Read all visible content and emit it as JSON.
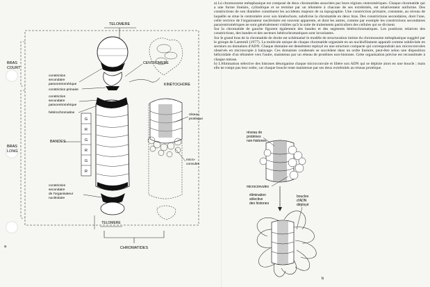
{
  "text": {
    "para_a": "a) Le chromosome métaphasique est composé de deux chromatides associées par leurs régions centromériques. Chaque chromatide qui a une forme linéaire, cylindrique et se termine par un télomère à chacune de ses extrémités, est relativement uniforme. Des constrictions de son diamètre constituent les accidents majeurs de sa topographie. Une constriction primaire, constante, au niveau de laquelle se situe le centromère avec son kinétochore, subdivise la chromatide en deux bras. Des constrictions secondaires, dont l'une, celle vectrice de l'organisateur nucléolaire est souvent apparente, et dont les autres, comme par exemple les constrictions secondaires paracentromériques ne sont généralement visibles qu'à la suite de traitements particuliers des cellules qui se divisent.",
    "para_a2": "Sur la chromatide de gauche figurent également des bandes et des segments hétérochromatiques. Les positions relatives des constrictions, des bandes et des secteurs hétérochromatiques sont invariantes.",
    "para_a3": "Sur le grand bras de la chromatide de droite est schématisé le modèle de structuration intime du chromosome métaphasique suggéré par le groupe de Laemmli (1977). La molécule unique de chaque chromatide organisée en un nucléofilament apparaît comme subdivisée en secteurs ou domaines d'ADN. Chaque domaine est densément reployé en une structure compacte qui correspondrait aux microconvules observés en microscopie à balayage. Ces domaines condensés se succèdent dans un ordre linéaire, peut-être selon une disposition hélicoïdale d'un télomère vers l'autre, maintenus par un réseau de protéines non-histones. Cette organisation précise est reconstituée à chaque mitose.",
    "para_b": "b) L'élimination sélective des histones désorganise chaque microconvule et libère son ADN qui se déploie alors en une boucle ; mais elle ne rompt pas leur ordre, car chaque boucle reste maintenue par ses deux extrémités au réseau protéique."
  },
  "left": {
    "telomere_top": "TELOMERE",
    "bras_court_1": "BRAS",
    "bras_court_2": "COURT",
    "centromere": "CENTROMERE",
    "kinetochore": "KINÉTOCHORE",
    "constr_sec_para_1": "constriction",
    "constr_sec_para_2": "secondaire",
    "constr_sec_para_3": "paracentromérique",
    "constr_prim": "constriction primaire",
    "constr_sec_para_b1": "constriction",
    "constr_sec_para_b2": "secondaire",
    "constr_sec_para_b3": "paracentromérique",
    "heterochromatine": "hétérochromatine",
    "reseau_1": "réseau",
    "reseau_2": "protéique",
    "bras_long_1": "BRAS",
    "bras_long_2": "LONG",
    "bandes": "BANDES",
    "band_labels": [
      "G",
      "R",
      "G",
      "R",
      "G",
      "R"
    ],
    "micro_1": "micro-",
    "micro_2": "convules",
    "constr_sec_org_1": "constriction",
    "constr_sec_org_2": "secondaire",
    "constr_sec_org_3": "de l'organisateur",
    "constr_sec_org_4": "nucléolaire",
    "telomere_bottom": "TELOMERE",
    "chromatides": "CHROMATIDES",
    "panel_letter": "a"
  },
  "right": {
    "reseau_1": "réseau de",
    "reseau_2": "protéines",
    "reseau_3": "non-histones",
    "micro": "microconvules",
    "elim_1": "élimination",
    "elim_2": "sélective",
    "elim_3": "des histones",
    "boucle_1": "boucles",
    "boucle_2": "d'ADN",
    "boucle_3": "déployé",
    "panel_letter": "b"
  }
}
